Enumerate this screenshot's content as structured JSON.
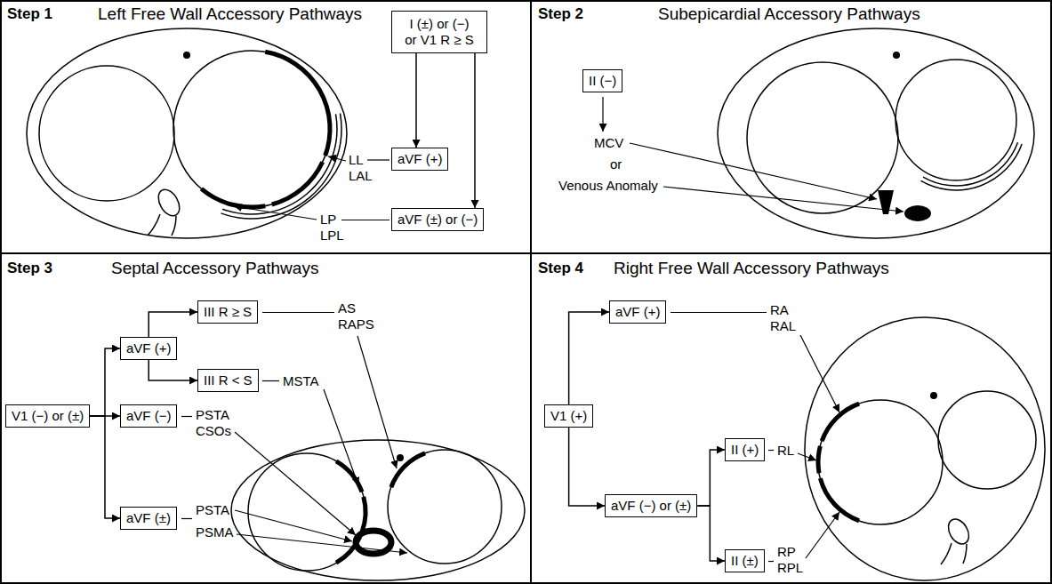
{
  "diagram": {
    "nodes": [
      {
        "text": [
          "I (±) or (−) or V1 R ≥ S"
        ]
      },
      {
        "text": [
          "aVF (+)"
        ]
      },
      {
        "text": [
          "aVF (±) or (−)"
        ]
      },
      {
        "text": [
          "II (−)"
        ]
      },
      {
        "text": [
          "V1 (−) or (±)"
        ]
      },
      {
        "text": [
          "aVF (+)"
        ]
      },
      {
        "text": [
          "aVF (−)"
        ]
      },
      {
        "text": [
          "aVF (±)"
        ]
      },
      {
        "text": [
          "III R ≥ S"
        ]
      },
      {
        "text": [
          "III R < S"
        ]
      },
      {
        "text": [
          "V1 (+)"
        ]
      },
      {
        "text": [
          "aVF (+)"
        ]
      },
      {
        "text": [
          "aVF (−) or (±)"
        ]
      },
      {
        "text": [
          "II (+)"
        ]
      },
      {
        "text": [
          "II (±)"
        ]
      }
    ],
    "edges": [
      {
        "from": 0,
        "to": 1,
        "arrow": "to"
      },
      {
        "from": 0,
        "to": 2,
        "arrow": "to"
      },
      {
        "from": 4,
        "to": 5,
        "arrow": "to"
      },
      {
        "from": 4,
        "to": 6,
        "arrow": "to"
      },
      {
        "from": 4,
        "to": 7,
        "arrow": "to"
      },
      {
        "from": 5,
        "to": 8,
        "arrow": "to"
      },
      {
        "from": 5,
        "to": 9,
        "arrow": "to"
      },
      {
        "from": 10,
        "to": 11,
        "arrow": "to"
      },
      {
        "from": 10,
        "to": 12,
        "arrow": "to"
      },
      {
        "from": 12,
        "to": 13,
        "arrow": "to"
      },
      {
        "from": 12,
        "to": 14,
        "arrow": "to"
      }
    ],
    "labels": [
      "Step 1",
      "Left Free Wall Accessory Pathways",
      "LL",
      "LAL",
      "LP",
      "LPL",
      "Step 2",
      "Subepicardial Accessory Pathways",
      "MCV",
      "or",
      "Venous Anomaly",
      "Step 3",
      "Septal Accessory Pathways",
      "AS",
      "RAPS",
      "MSTA",
      "PSTA",
      "CSOs",
      "PSTA",
      "PSMA",
      "Step 4",
      "Right Free Wall Accessory Pathways",
      "RA",
      "RAL",
      "RL",
      "RP",
      "RPL"
    ]
  }
}
